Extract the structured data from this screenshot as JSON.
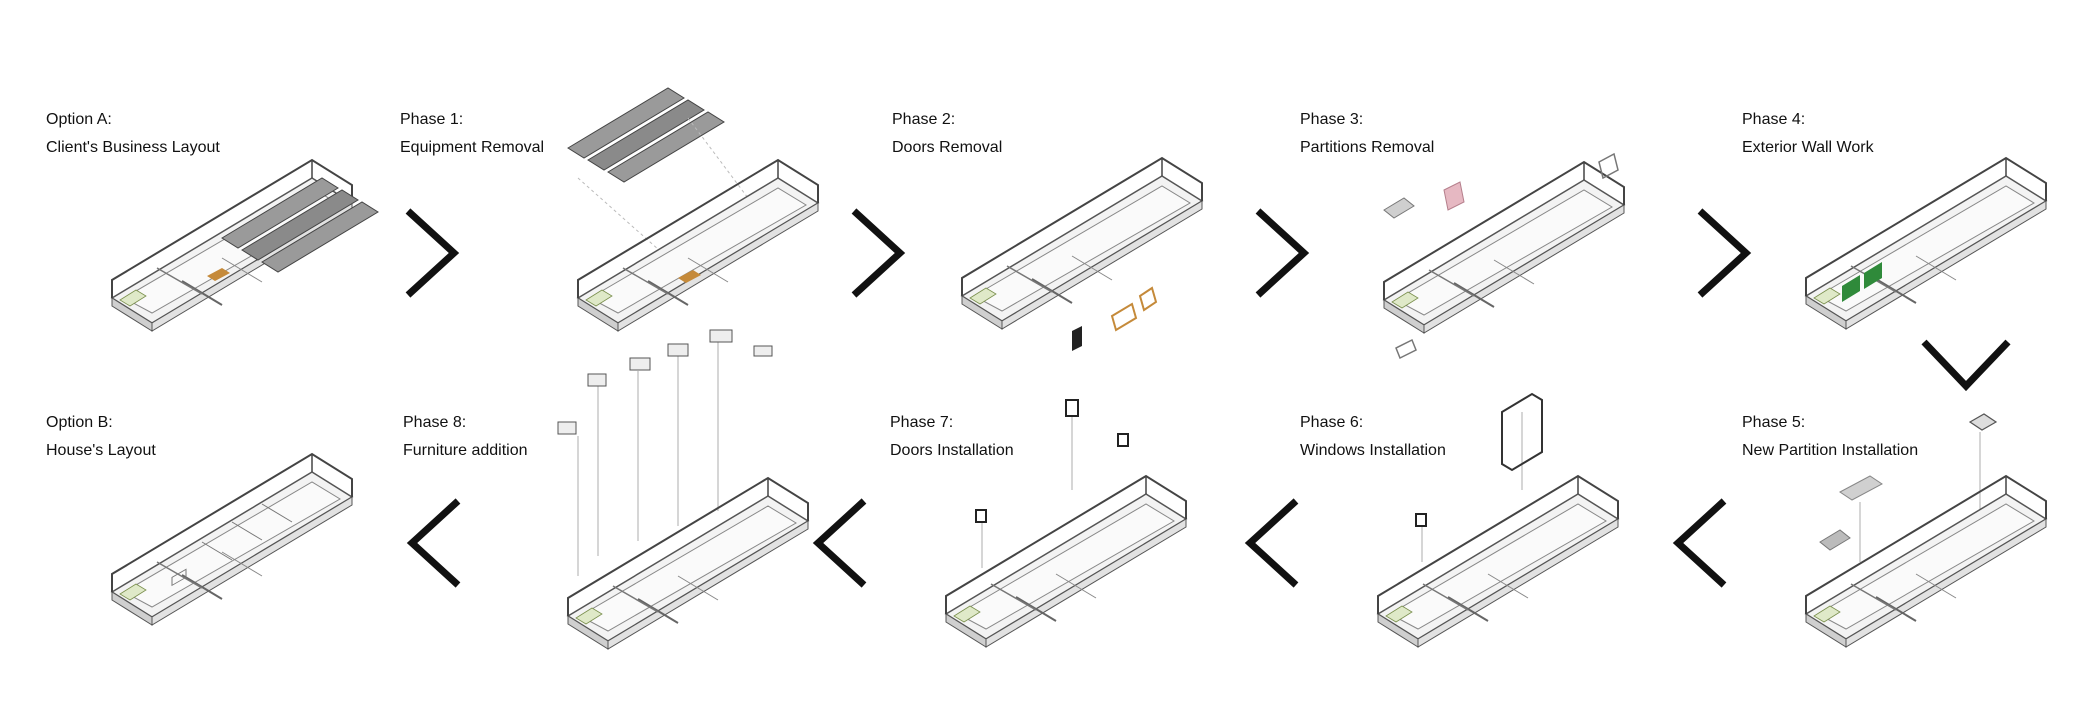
{
  "stages": [
    {
      "id": "option-a",
      "heading": "Option A:",
      "subtitle": "Client's Business Layout"
    },
    {
      "id": "phase-1",
      "heading": "Phase 1:",
      "subtitle": "Equipment Removal"
    },
    {
      "id": "phase-2",
      "heading": "Phase 2:",
      "subtitle": "Doors Removal"
    },
    {
      "id": "phase-3",
      "heading": "Phase 3:",
      "subtitle": "Partitions Removal"
    },
    {
      "id": "phase-4",
      "heading": "Phase 4:",
      "subtitle": "Exterior Wall Work"
    },
    {
      "id": "phase-5",
      "heading": "Phase 5:",
      "subtitle": "New Partition Installation"
    },
    {
      "id": "phase-6",
      "heading": "Phase 6:",
      "subtitle": "Windows Installation"
    },
    {
      "id": "phase-7",
      "heading": "Phase 7:",
      "subtitle": "Doors Installation"
    },
    {
      "id": "phase-8",
      "heading": "Phase 8:",
      "subtitle": "Furniture addition"
    },
    {
      "id": "option-b",
      "heading": "Option B:",
      "subtitle": "House's Layout"
    }
  ],
  "flow_arrows": [
    "right",
    "right",
    "right",
    "right",
    "down",
    "left",
    "left",
    "left",
    "left"
  ],
  "colors": {
    "arrow": "#111111",
    "walls": "#555555",
    "floor": "#eeeeee",
    "equipment": "#8c8c8c",
    "window_green": "#dfe9c8",
    "door_orange": "#c58a3a",
    "exterior_green": "#2f8a3a",
    "removal_pink": "#e6b8c2"
  }
}
